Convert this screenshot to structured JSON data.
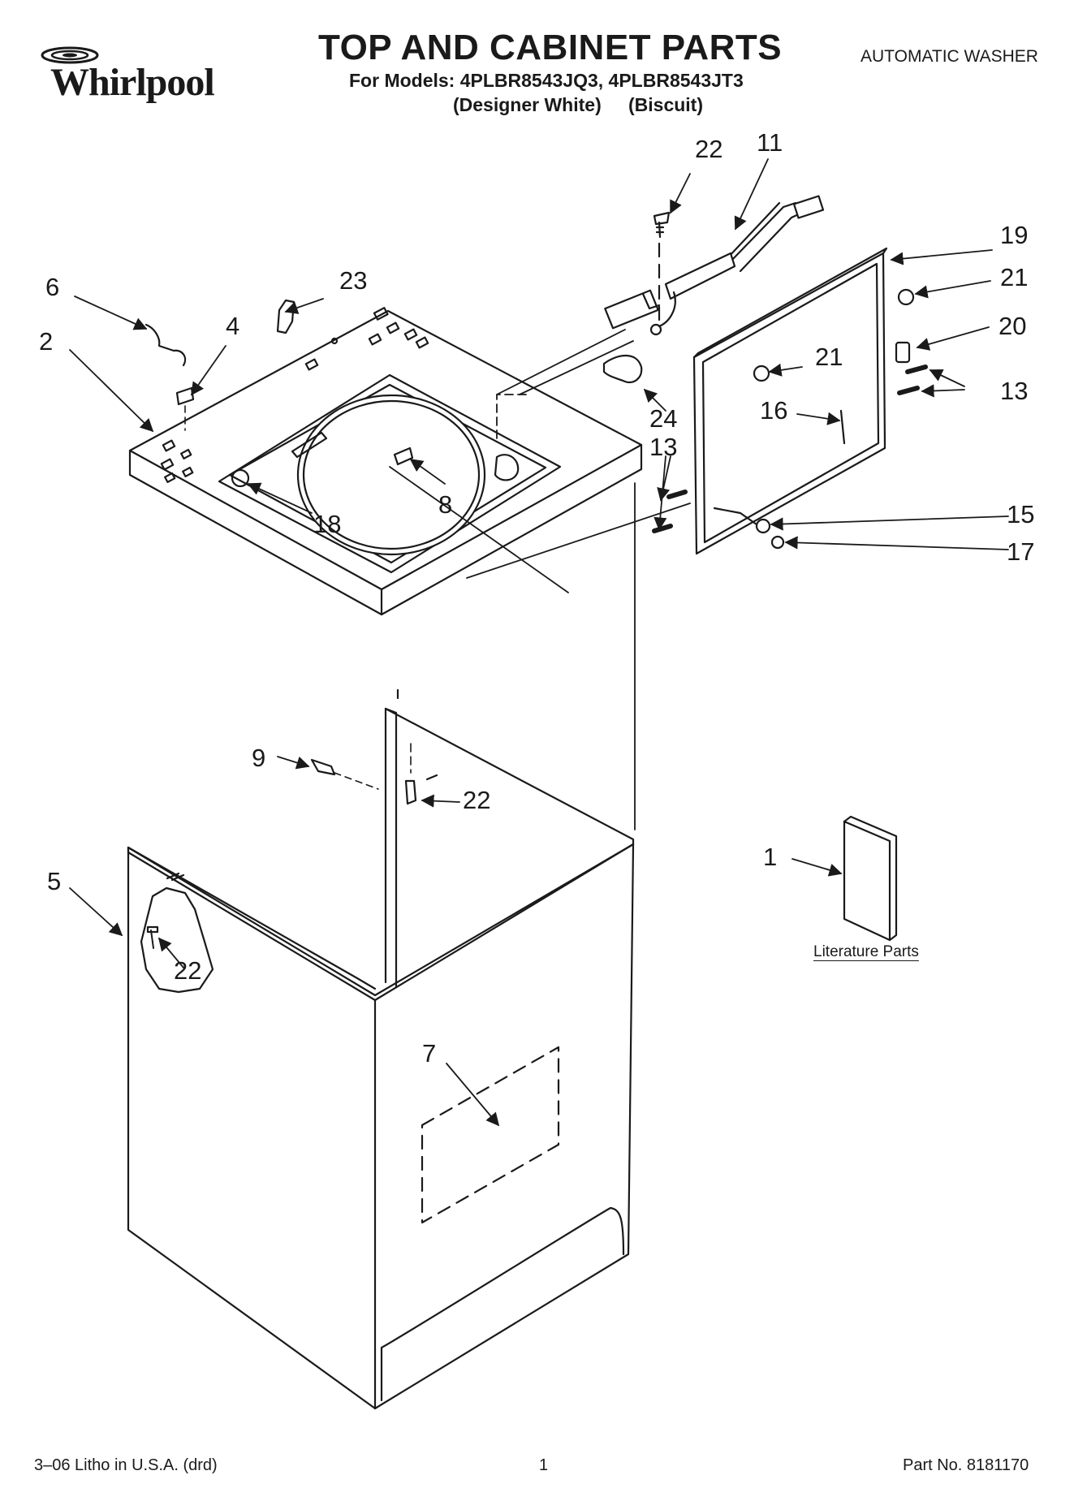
{
  "brand": {
    "logo_text": "Whirlpool"
  },
  "header": {
    "title": "TOP AND CABINET PARTS",
    "models_line": "For Models: 4PLBR8543JQ3, 4PLBR8543JT3",
    "colors_designer": "(Designer White)",
    "colors_biscuit": "(Biscuit)",
    "product_type": "AUTOMATIC WASHER"
  },
  "diagram": {
    "callouts": {
      "c6": "6",
      "c2": "2",
      "c4": "4",
      "c23": "23",
      "c22_top": "22",
      "c11": "11",
      "c19": "19",
      "c21_right": "21",
      "c20": "20",
      "c21_mid": "21",
      "c13_right": "13",
      "c16": "16",
      "c24": "24",
      "c13_left": "13",
      "c8": "8",
      "c18": "18",
      "c15": "15",
      "c17": "17",
      "c9": "9",
      "c22_mid": "22",
      "c1": "1",
      "c5": "5",
      "c22_low": "22",
      "c7": "7"
    },
    "literature_label": "Literature Parts"
  },
  "footer": {
    "litho": "3–06 Litho in U.S.A. (drd)",
    "page": "1",
    "part_no": "Part No. 8181170"
  }
}
